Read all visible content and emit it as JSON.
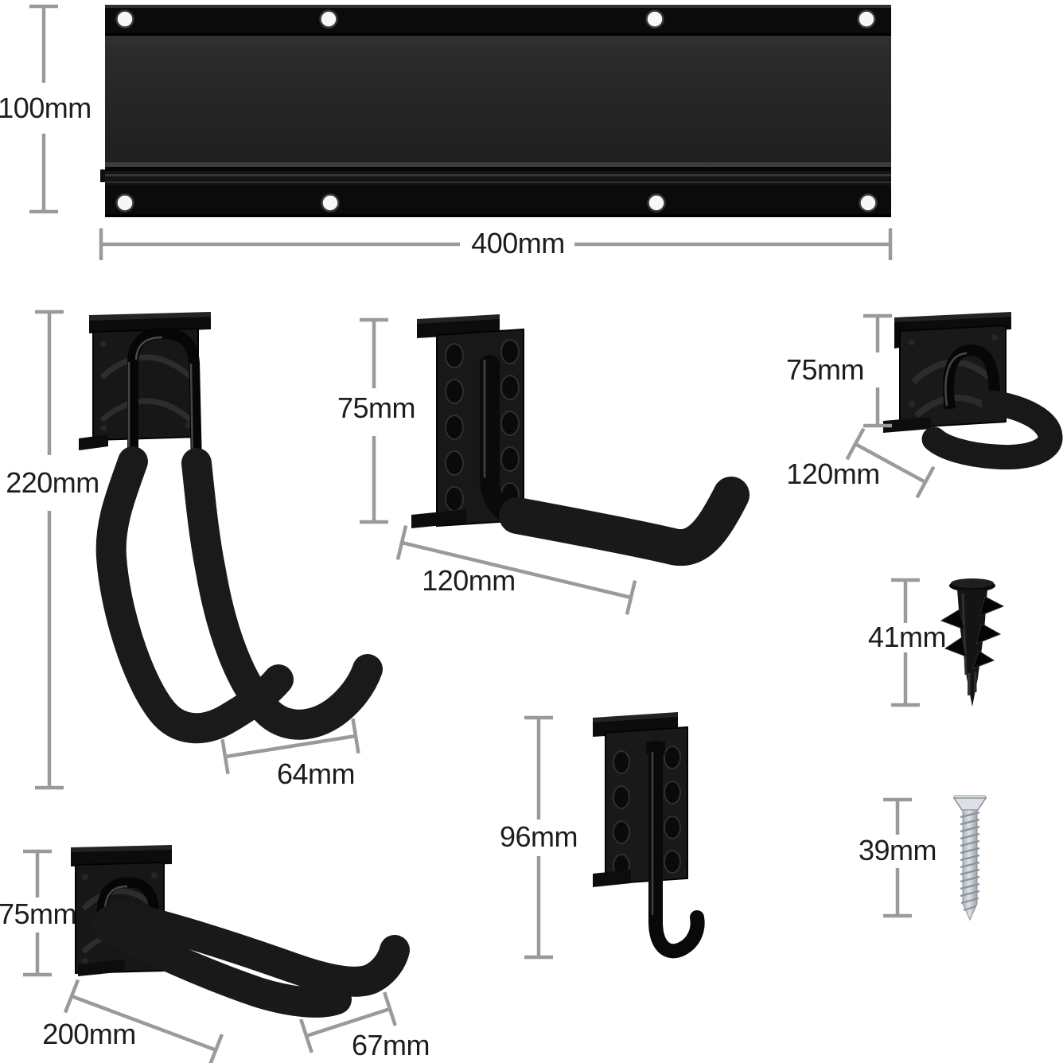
{
  "colors": {
    "background": "#ffffff",
    "dimension_line": "#9a9a9a",
    "label_text": "#1d1d1d",
    "product_black": "#141414",
    "screw_metal": "#c6ccd1"
  },
  "components": {
    "rail": {
      "height": "100mm",
      "width": "400mm"
    },
    "large_u_hook": {
      "height": "220mm",
      "width": "64mm"
    },
    "straight_hook": {
      "height": "75mm",
      "length": "120mm"
    },
    "curved_hook": {
      "height": "75mm",
      "length": "120mm"
    },
    "drywall_anchor": {
      "length": "41mm"
    },
    "j_hook": {
      "height": "96mm"
    },
    "screw": {
      "length": "39mm"
    },
    "double_rod_hook": {
      "height": "75mm",
      "length": "200mm",
      "tip_length": "67mm"
    }
  }
}
